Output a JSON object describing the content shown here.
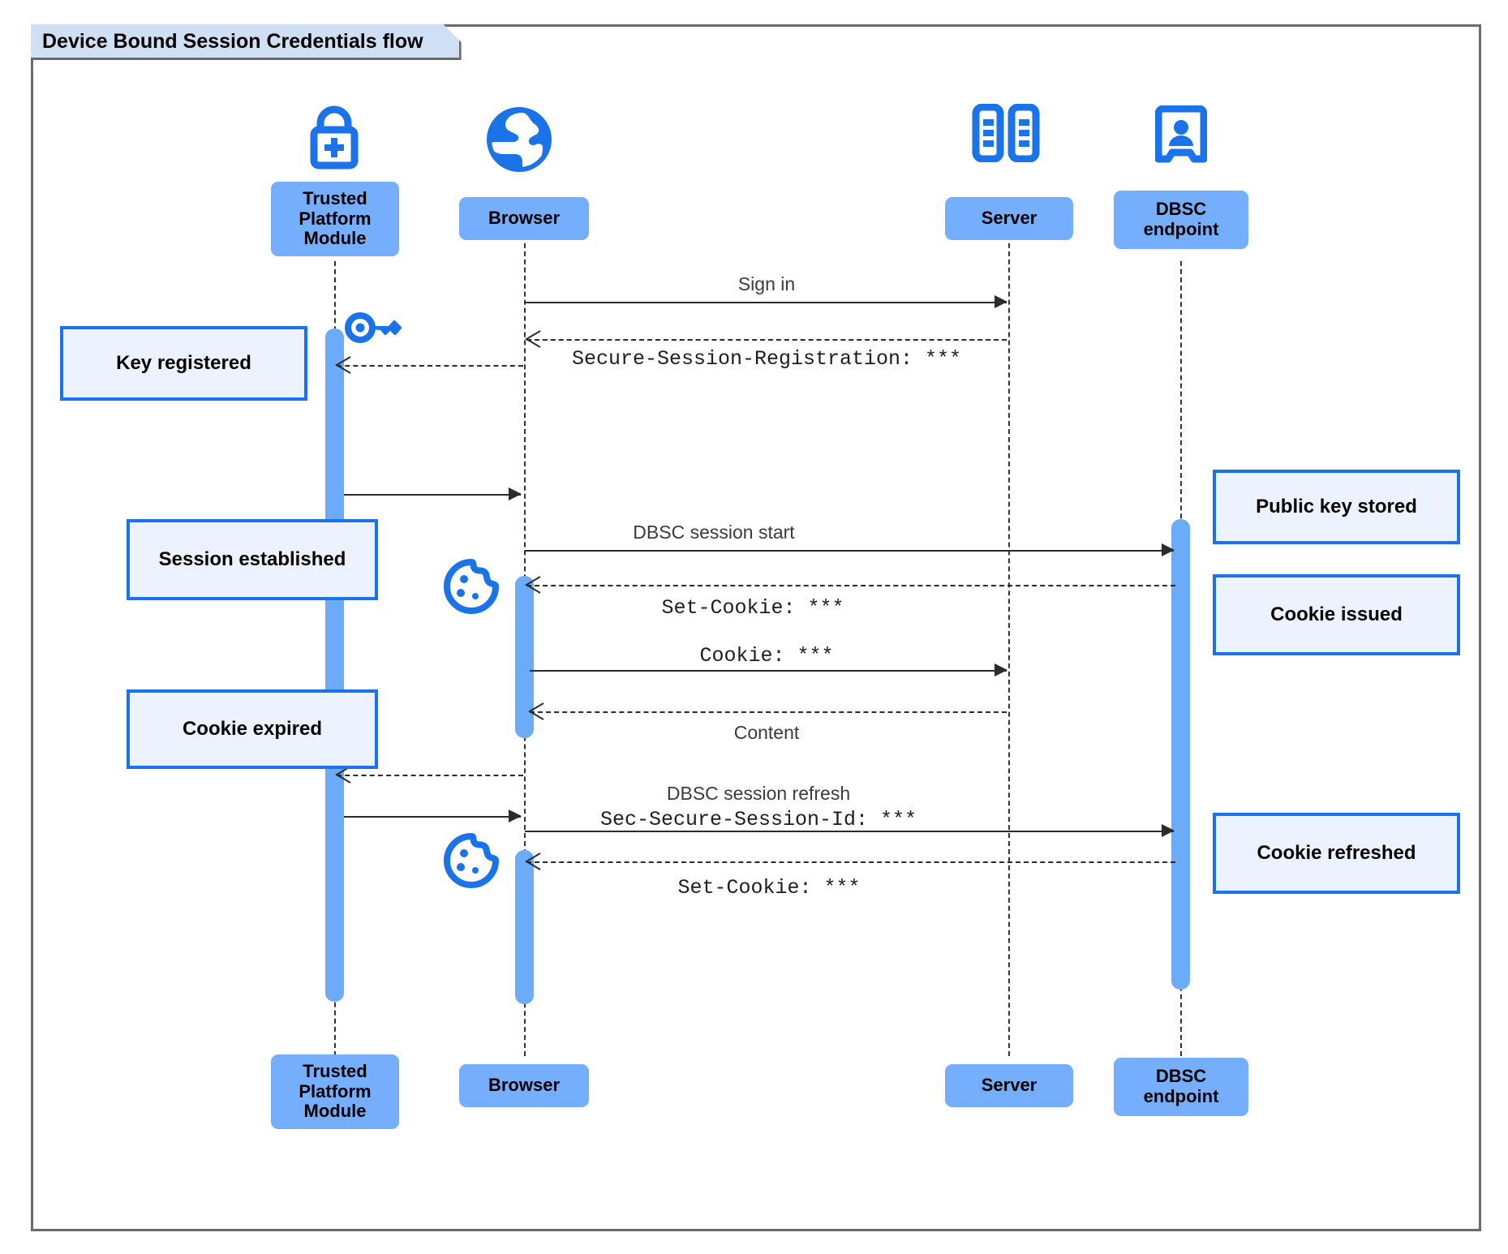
{
  "frame": {
    "title": "Device Bound Session Credentials flow"
  },
  "colors": {
    "participant_fill": "#74aefc",
    "note_fill": "#ecf3fe",
    "note_border": "#1a73e8",
    "activation": "#6cabf7",
    "icon_blue": "#1a73e8",
    "frame_border": "#6b6b6b",
    "title_fill": "#cfe0f5"
  },
  "participants": [
    {
      "id": "tpm",
      "label": "Trusted Platform Module",
      "icon": "padlock-plus-icon"
    },
    {
      "id": "browser",
      "label": "Browser",
      "icon": "globe-icon"
    },
    {
      "id": "server",
      "label": "Server",
      "icon": "server-racks-icon"
    },
    {
      "id": "dbsc",
      "label": "DBSC endpoint",
      "icon": "id-badge-icon"
    }
  ],
  "messages": [
    {
      "id": "m1",
      "text": "Sign in",
      "style": "sans",
      "kind": "request",
      "from": "browser",
      "to": "server"
    },
    {
      "id": "m2",
      "text": "Secure-Session-Registration: ***",
      "style": "mono",
      "kind": "reply",
      "from": "server",
      "to": "browser"
    },
    {
      "id": "m3",
      "text": "",
      "style": "sans",
      "kind": "reply",
      "from": "browser",
      "to": "tpm"
    },
    {
      "id": "m4",
      "text": "",
      "style": "sans",
      "kind": "request",
      "from": "tpm",
      "to": "browser"
    },
    {
      "id": "m5",
      "text": "DBSC session start",
      "style": "sans",
      "kind": "request",
      "from": "browser",
      "to": "dbsc"
    },
    {
      "id": "m6",
      "text": "Set-Cookie: ***",
      "style": "mono",
      "kind": "reply",
      "from": "dbsc",
      "to": "browser"
    },
    {
      "id": "m7",
      "text": "Cookie: ***",
      "style": "mono",
      "kind": "request",
      "from": "browser",
      "to": "server"
    },
    {
      "id": "m8",
      "text": "Content",
      "style": "sans",
      "kind": "reply",
      "from": "server",
      "to": "browser"
    },
    {
      "id": "m9",
      "text": "DBSC session refresh",
      "style": "sans",
      "kind": "refresh-note"
    },
    {
      "id": "m10",
      "text": "Sec-Secure-Session-Id: ***",
      "style": "mono",
      "kind": "request",
      "from": "browser",
      "to": "dbsc"
    },
    {
      "id": "m11",
      "text": "",
      "style": "sans",
      "kind": "reply",
      "from": "browser",
      "to": "tpm"
    },
    {
      "id": "m12",
      "text": "",
      "style": "sans",
      "kind": "request",
      "from": "tpm",
      "to": "browser"
    },
    {
      "id": "m13",
      "text": "Set-Cookie: ***",
      "style": "mono",
      "kind": "reply",
      "from": "dbsc",
      "to": "browser"
    }
  ],
  "notes": [
    {
      "id": "n1",
      "text": "Key registered",
      "side": "left",
      "target": "tpm"
    },
    {
      "id": "n2",
      "text": "Session established",
      "side": "left",
      "target": "tpm"
    },
    {
      "id": "n3",
      "text": "Cookie expired",
      "side": "left",
      "target": "tpm"
    },
    {
      "id": "n4",
      "text": "Public key stored",
      "side": "right",
      "target": "dbsc"
    },
    {
      "id": "n5",
      "text": "Cookie issued",
      "side": "right",
      "target": "dbsc"
    },
    {
      "id": "n6",
      "text": "Cookie refreshed",
      "side": "right",
      "target": "dbsc"
    }
  ],
  "annotation_icons": [
    {
      "id": "key1",
      "name": "key-icon",
      "near": "tpm"
    },
    {
      "id": "cookie1",
      "name": "cookie-icon",
      "near": "browser"
    },
    {
      "id": "cookie2",
      "name": "cookie-icon",
      "near": "browser"
    }
  ]
}
